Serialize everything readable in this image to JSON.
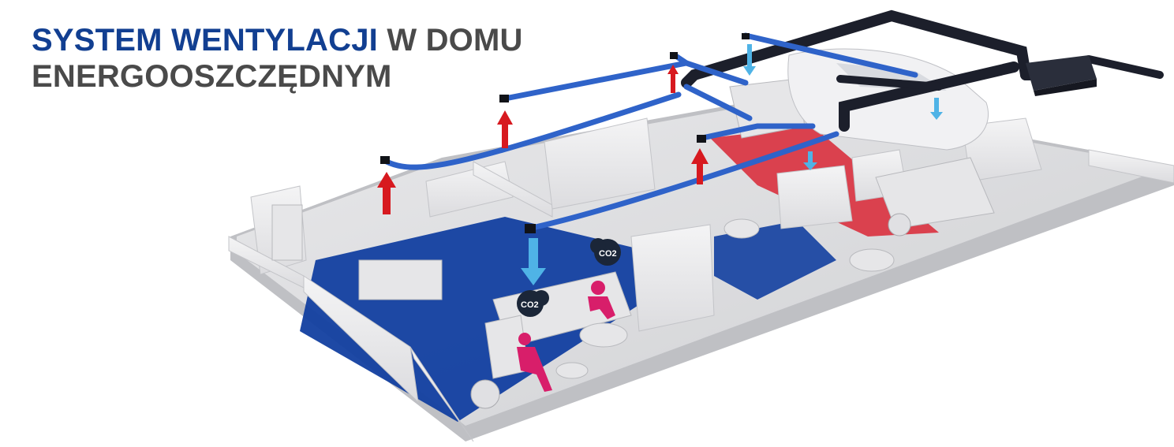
{
  "headline": {
    "line1_accent": "SYSTEM WENTYLACJI",
    "line1_rest": " W DOMU",
    "line2": "ENERGOOSZCZĘDNYM"
  },
  "co2_labels": [
    "CO2",
    "CO2"
  ],
  "colors": {
    "accent_blue": "#123f91",
    "headline_gray": "#4a4a4a",
    "supply_duct": "#2f63c9",
    "exhaust_duct": "#1c1f2b",
    "warm_zone": "#d9303e",
    "cool_zone": "#123fa0",
    "supply_arrow": "#4fb3e6",
    "extract_arrow": "#d7191f",
    "occupant": "#d81e6a"
  },
  "icons": [
    "extract-arrow-icon",
    "supply-arrow-icon",
    "co2-cloud-icon",
    "ventilation-unit-icon",
    "car-icon"
  ]
}
